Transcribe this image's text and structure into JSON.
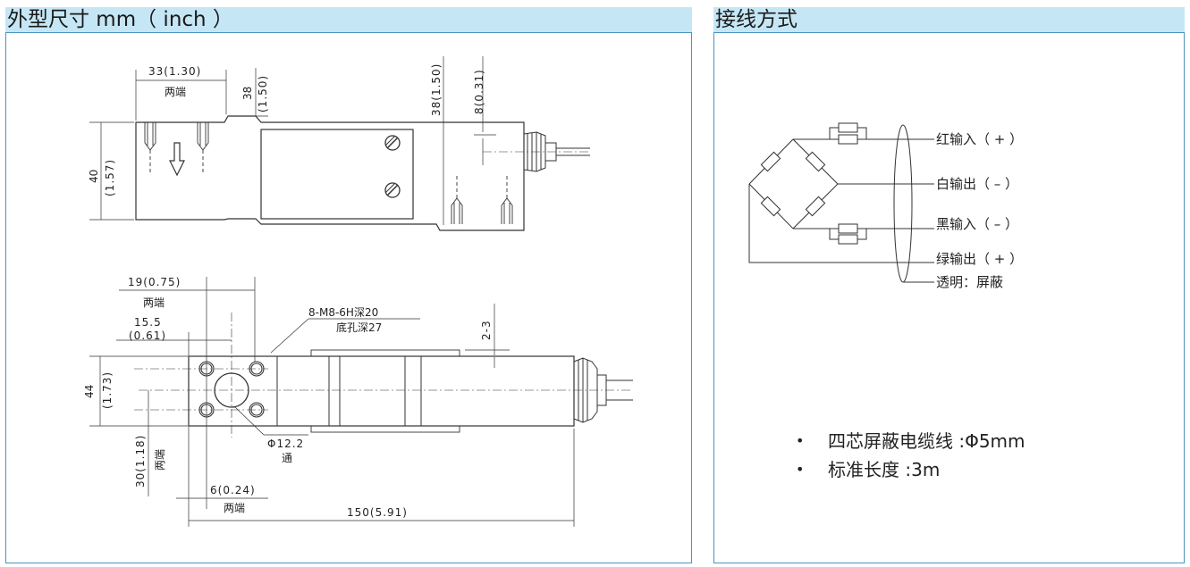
{
  "dimensions_panel": {
    "title": "外型尺寸 mm（ inch ）",
    "top_view": {
      "width_33": "33(1.30)",
      "both_ends_1": "两端",
      "height_38": "38",
      "height_38_inch": "(1.50)",
      "height_38b": "38(1.50)",
      "dim_8": "8(0.31)",
      "height_40": "40",
      "height_40_inch": "(1.57)"
    },
    "side_view": {
      "dim_19": "19(0.75)",
      "both_ends_2": "两端",
      "dim_15_5": "15.5",
      "dim_15_5_inch": "(0.61)",
      "thread_spec": "8-M8-6H深20",
      "hole_depth": "底孔深27",
      "dim_2_3": "2-3",
      "dim_44": "44",
      "dim_44_inch": "(1.73)",
      "dim_30": "30(1.18)",
      "both_ends_3": "两端",
      "phi_12_2": "Φ12.2",
      "through": "通",
      "dim_6": "6(0.24)",
      "both_ends_4": "两端",
      "dim_150": "150(5.91)"
    }
  },
  "wiring_panel": {
    "title": "接线方式",
    "wires": [
      "红输入（ + ）",
      "白输出（ – ）",
      "黑输入（ – ）",
      "绿输出（ + ）",
      "透明：屏蔽"
    ],
    "specs": [
      {
        "bullet": "•",
        "text": "四芯屏蔽电缆线 :Φ5mm"
      },
      {
        "bullet": "•",
        "text": "标准长度 :3m"
      }
    ]
  }
}
